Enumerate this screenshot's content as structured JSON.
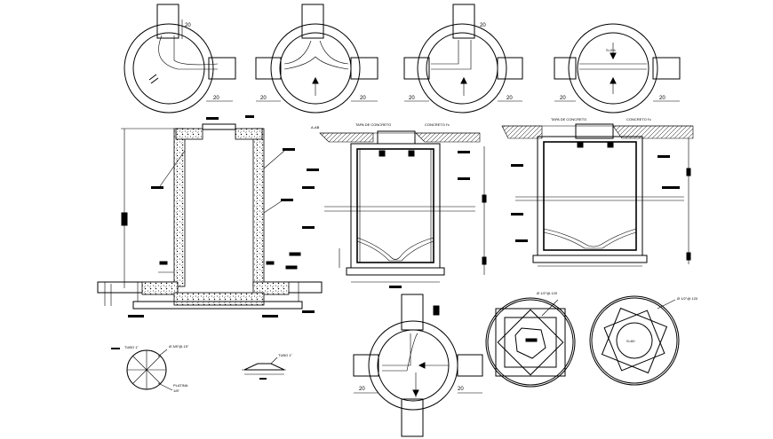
{
  "drawing": {
    "plan_views": [
      {
        "id": "plan-1",
        "dim_top": "20",
        "dim_bottom": "20"
      },
      {
        "id": "plan-2",
        "dim_left": "20",
        "dim_right": "20"
      },
      {
        "id": "plan-3",
        "dim_top": "20",
        "dim_left": "20",
        "dim_right": "20"
      },
      {
        "id": "plan-4",
        "dim_left": "20",
        "dim_right": "20",
        "label": "S=0%"
      }
    ],
    "bottom_plan": {
      "dim_left": "20",
      "dim_right": "20"
    },
    "section_2": {
      "title": "A-AB",
      "label_top": "TAPA DE CONCRETO",
      "label_right": "CONCRETO f'c"
    },
    "section_3": {
      "label_top": "TAPA DE CONCRETO",
      "label_right": "CONCRETO f'c"
    },
    "detail_lid": {
      "label_1": "TUBO 1\"",
      "label_2": "Ø 3/8\"@.15\"",
      "label_3": "PLATINA",
      "label_4": "1/8\""
    },
    "detail_step": {
      "label": "TUBO 1\""
    },
    "rebar_plan_1": {
      "label": "Ø 1/2\"@.120"
    },
    "rebar_plan_2": {
      "label": "Ø 1/2\"@.120",
      "center": "S=60"
    }
  }
}
